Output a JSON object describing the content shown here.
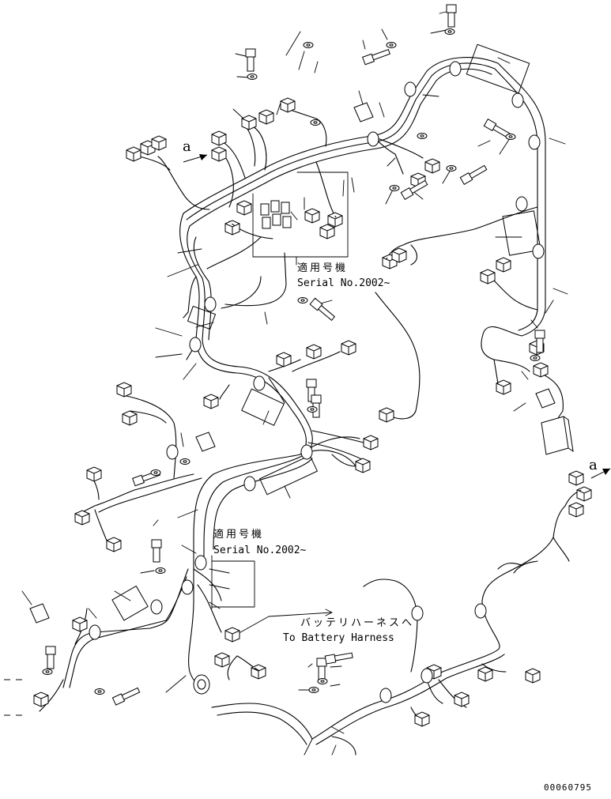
{
  "diagram": {
    "applicability_1": {
      "jp": "適用号機",
      "en": "Serial No.2002~"
    },
    "applicability_2": {
      "jp": "適用号機",
      "en": "Serial No.2002~"
    },
    "battery_harness": {
      "jp": "バッテリハーネスへ",
      "en": "To Battery Harness"
    },
    "connection_mark_top": "a",
    "connection_mark_right": "a",
    "drawing_number": "00060795"
  },
  "colors": {
    "line": "#000000",
    "background": "#ffffff"
  }
}
